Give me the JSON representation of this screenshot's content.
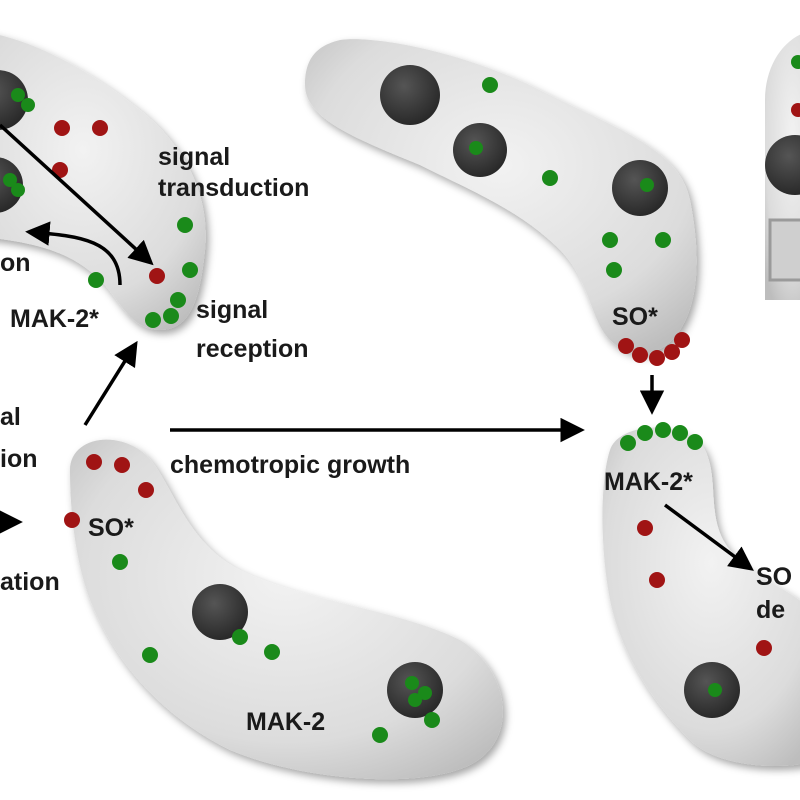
{
  "labels": {
    "signal_transduction_line1": "signal",
    "signal_transduction_line2": "transduction",
    "partial_on": "on",
    "mak2_star_top": "MAK-2*",
    "signal_reception_line1": "signal",
    "signal_reception_line2": "reception",
    "partial_al": "al",
    "partial_ion_mid": "ion",
    "partial_ation": "ation",
    "so_star_bottom": "SO*",
    "mak2_bottom": "MAK-2",
    "chemotropic_growth": "chemotropic growth",
    "so_star_right": "SO*",
    "mak2_star_right": "MAK-2*",
    "partial_so": "SO",
    "partial_de": "de"
  },
  "colors": {
    "cell_fill": "#d9d9d9",
    "nucleus": "#3a3a3a",
    "mak2_green": "#1a8a1a",
    "so_red": "#a01414",
    "arrow": "#000000"
  }
}
